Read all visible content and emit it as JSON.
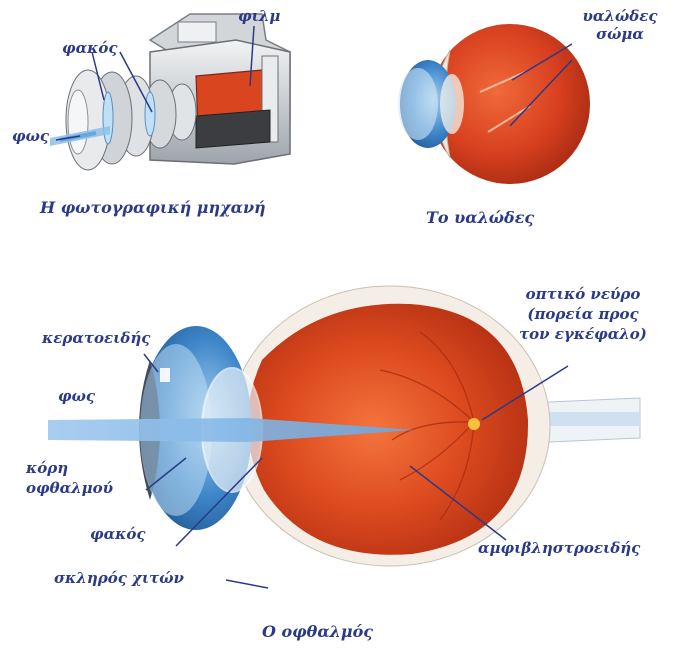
{
  "camera": {
    "labels": {
      "film": "φιλμ",
      "lens": "φακός",
      "light": "φως"
    },
    "caption": "Η φωτογραφική μηχανή"
  },
  "vitreous": {
    "label_line1": "υαλώδες",
    "label_line2": "σώμα",
    "caption": "Το υαλώδες"
  },
  "eye": {
    "labels": {
      "optic_nerve_line1": "οπτικό νεύρο",
      "optic_nerve_line2": "(πορεία προς",
      "optic_nerve_line3": "τον εγκέφαλο)",
      "cornea": "κερατοειδής",
      "light": "φως",
      "pupil_line1": "κόρη",
      "pupil_line2": "οφθαλμού",
      "lens": "φακός",
      "sclera": "σκληρός χιτών",
      "retina": "αμφιβληστροειδής"
    },
    "caption": "Ο οφθαλμός"
  },
  "colors": {
    "label_text": "#2b3a86",
    "eye_red": "#d8401f",
    "iris_blue": "#3d86c9",
    "light_beam": "#7fb6e6",
    "camera_body": "#d7dadd"
  }
}
